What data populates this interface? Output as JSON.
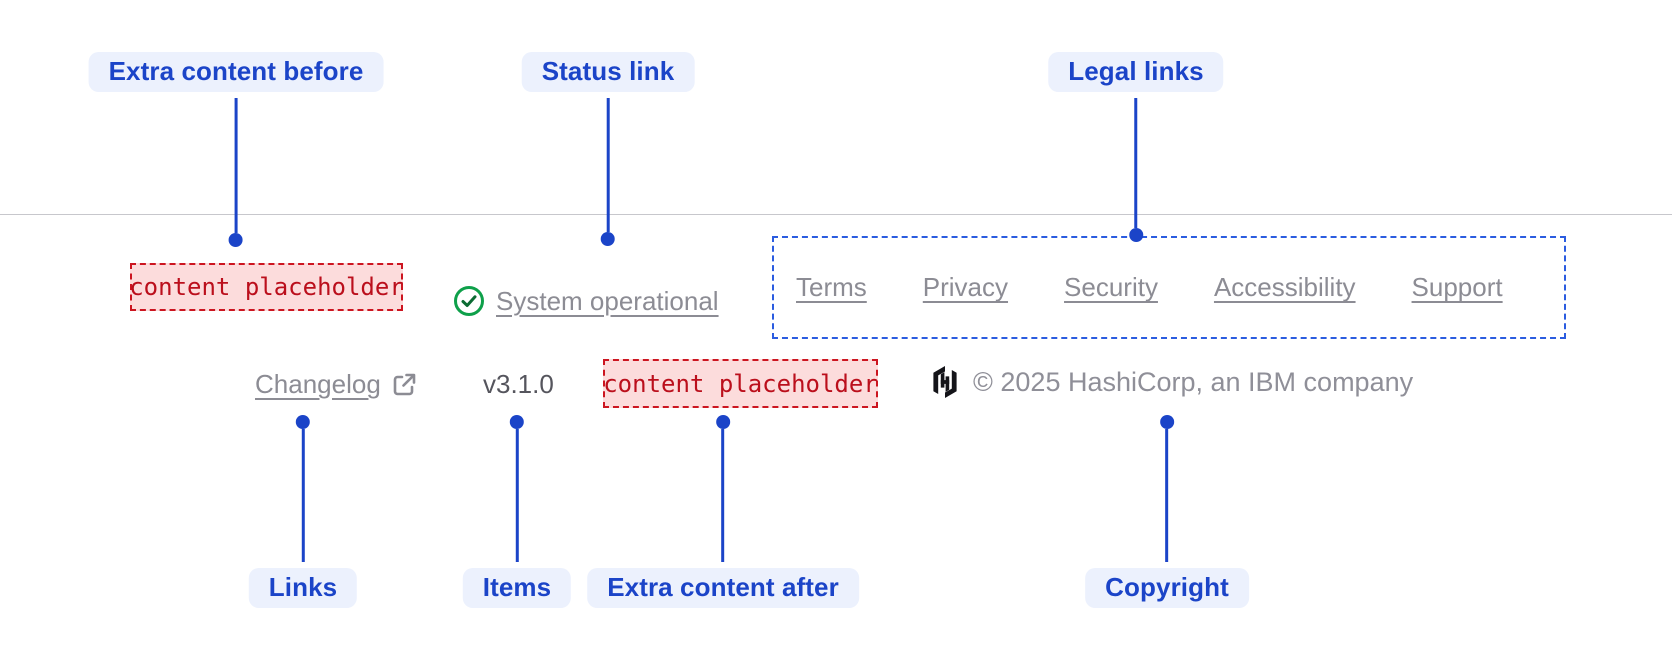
{
  "annotations": {
    "extra_content_before": {
      "label": "Extra content before"
    },
    "status_link": {
      "label": "Status link"
    },
    "legal_links": {
      "label": "Legal links"
    },
    "links": {
      "label": "Links"
    },
    "items": {
      "label": "Items"
    },
    "extra_content_after": {
      "label": "Extra content after"
    },
    "copyright": {
      "label": "Copyright"
    }
  },
  "footer": {
    "extra_before_placeholder": "content placeholder",
    "status": {
      "icon": "check-circle-icon",
      "label": "System operational"
    },
    "legal_links": [
      "Terms",
      "Privacy",
      "Security",
      "Accessibility",
      "Support"
    ],
    "links": [
      {
        "label": "Changelog",
        "external_icon": "external-link-icon"
      }
    ],
    "version": "v3.1.0",
    "extra_after_placeholder": "content placeholder",
    "copyright": "© 2025 HashiCorp, an IBM company",
    "brand_icon": "hashicorp-logo"
  },
  "colors": {
    "annotation_blue": "#1b44c8",
    "annotation_pill_bg": "#ecf1fd",
    "placeholder_red_text": "#bb0f1c",
    "placeholder_red_bg": "#fcdcdc",
    "placeholder_red_border": "#cc1520",
    "legal_box_dashed_blue": "#2b5ce0",
    "status_green": "#0ea04a",
    "link_gray": "#8c8c94",
    "version_gray": "#55555d",
    "copyright_gray": "#8f8f98",
    "footer_border_gray": "#c7c7cc",
    "logo_black": "#141419"
  }
}
